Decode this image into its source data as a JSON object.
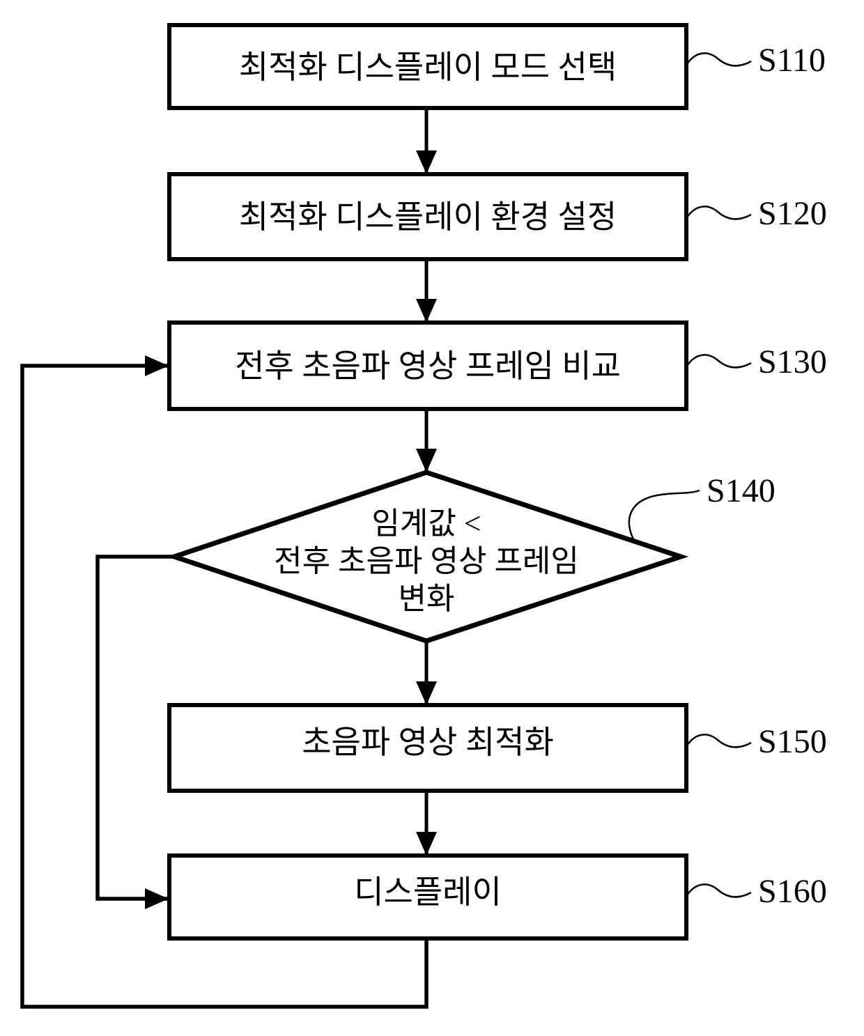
{
  "figure": {
    "background_color": "#ffffff",
    "stroke_color": "#000000",
    "nodes": {
      "s110": {
        "type": "process",
        "label": "최적화 디스플레이 모드 선택",
        "step": "S110"
      },
      "s120": {
        "type": "process",
        "label": "최적화 디스플레이 환경 설정",
        "step": "S120"
      },
      "s130": {
        "type": "process",
        "label": "전후 초음파 영상 프레임 비교",
        "step": "S130"
      },
      "s140": {
        "type": "decision",
        "line1": "임계값 <",
        "line2": "전후 초음파 영상 프레임",
        "line3": "변화",
        "step": "S140"
      },
      "s150": {
        "type": "process",
        "label": "초음파 영상 최적화",
        "step": "S150"
      },
      "s160": {
        "type": "process",
        "label": "디스플레이",
        "step": "S160"
      }
    }
  }
}
